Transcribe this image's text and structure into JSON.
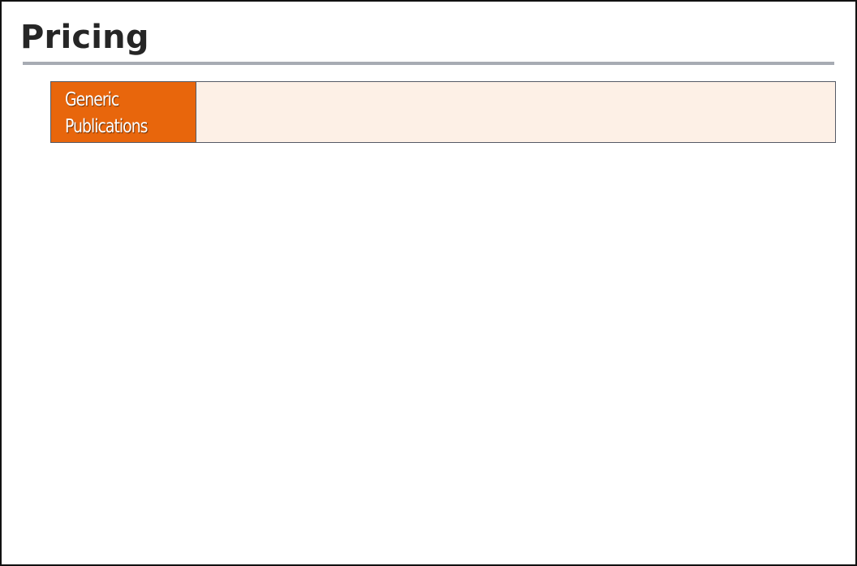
{
  "slide": {
    "title": "Pricing",
    "rows": [
      {
        "label_lines": [
          "Generic",
          "Publications"
        ],
        "content": ""
      }
    ]
  },
  "colors": {
    "title_text": "#262626",
    "rule": "#a7abb3",
    "label_background": "#e8660c",
    "content_background": "#fdf0e6",
    "border": "#555a66"
  }
}
